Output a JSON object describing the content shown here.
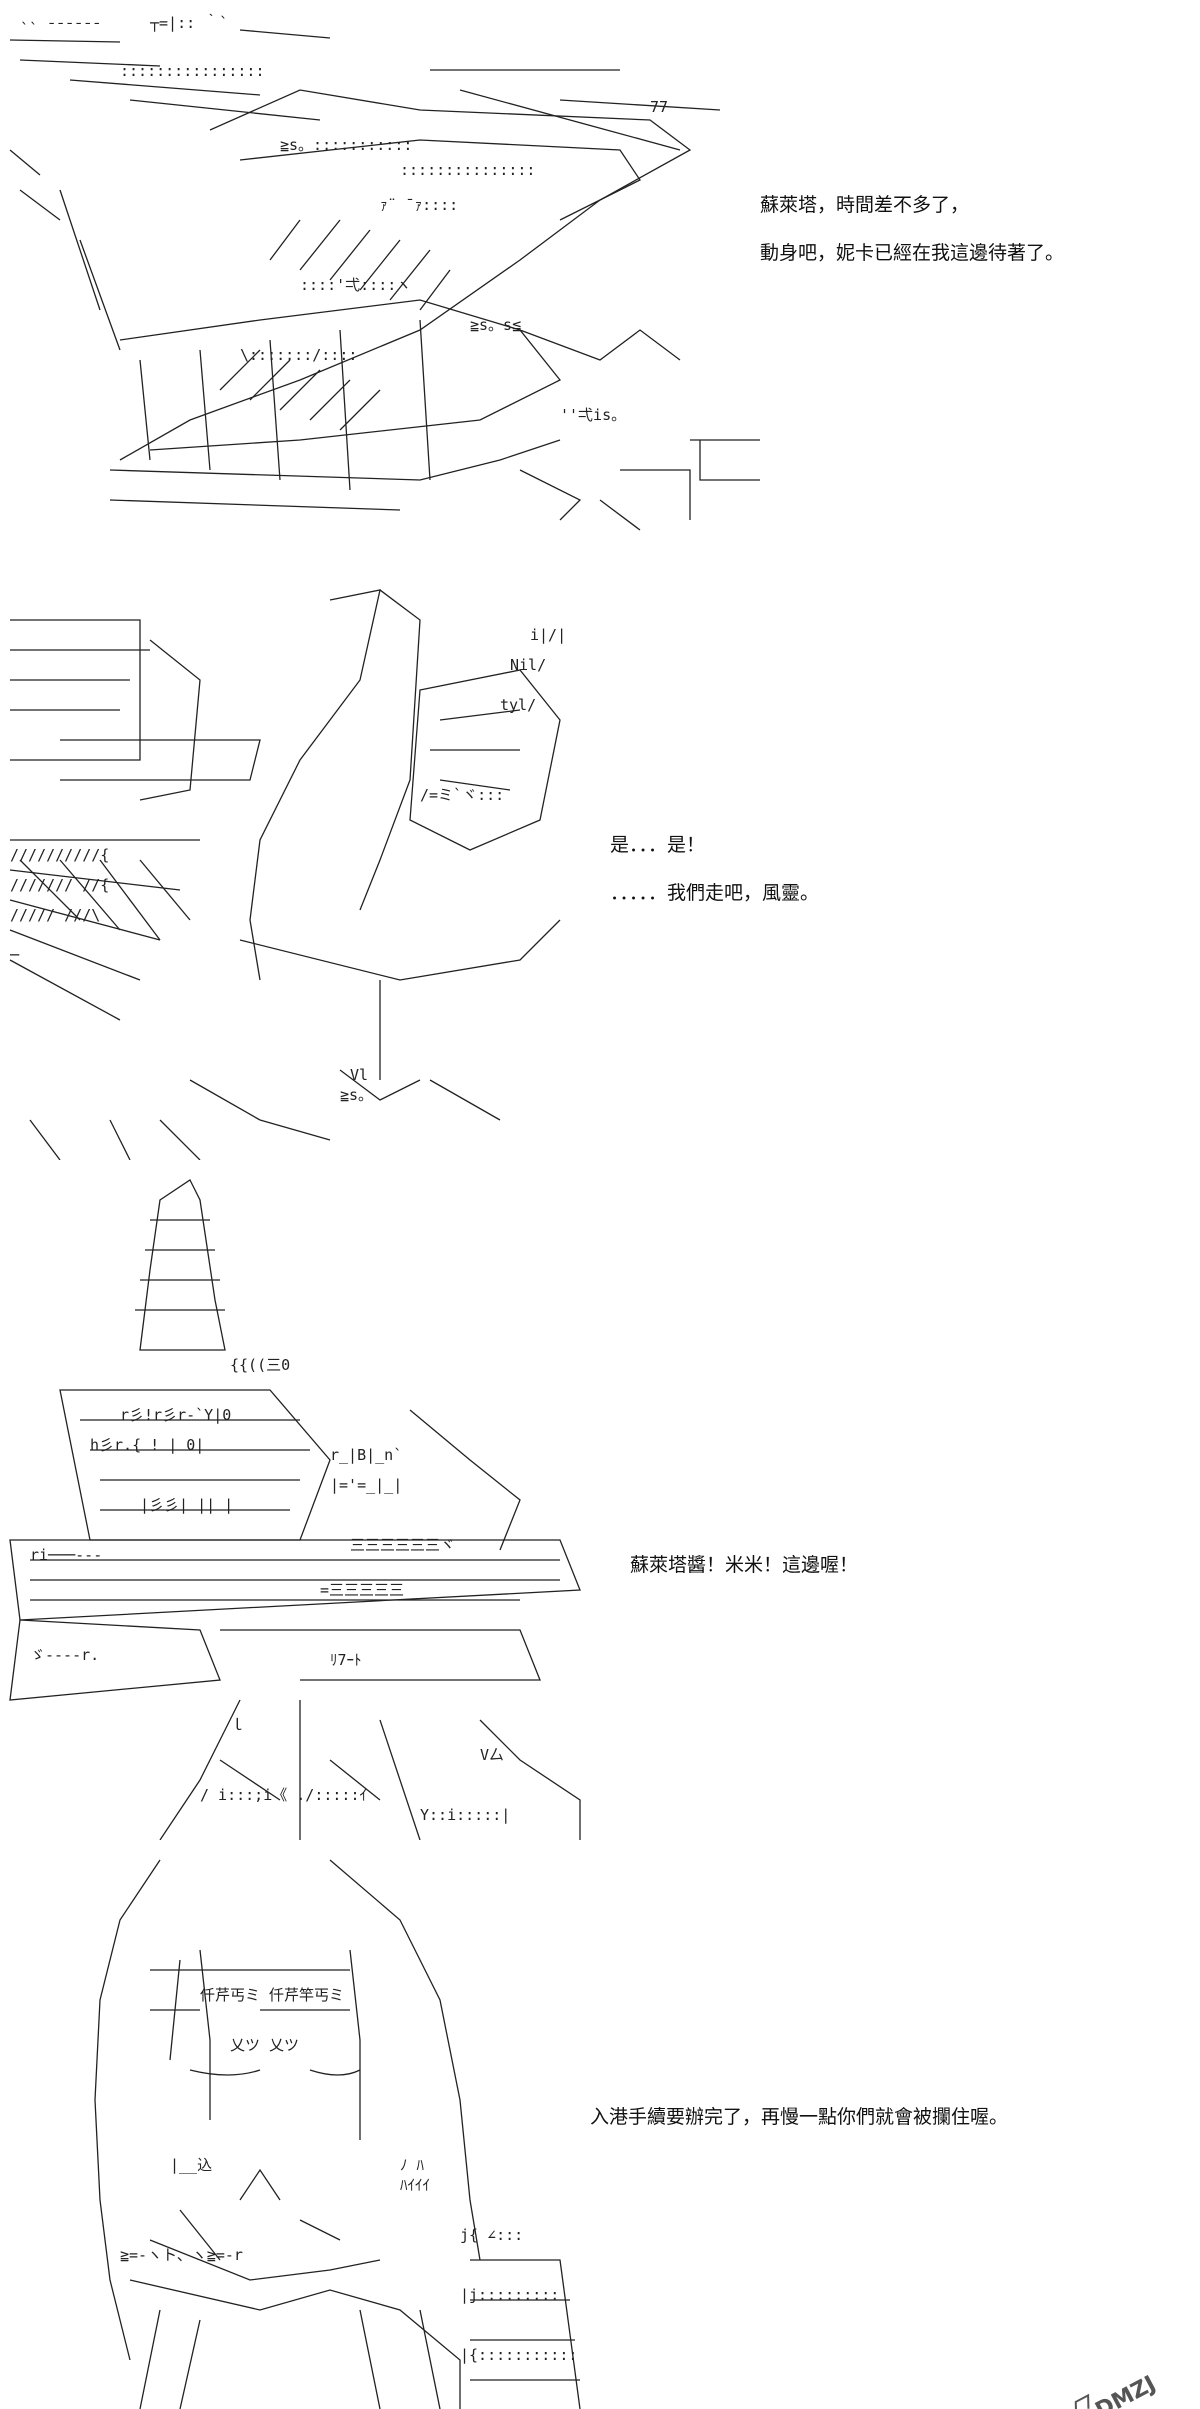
{
  "panels": [
    {
      "lines": [
        "蘇萊塔，時間差不多了，",
        "動身吧，妮卡已經在我這邊待著了。"
      ]
    },
    {
      "lines": [
        "是．．．是！",
        "．．．．．我們走吧，風靈。"
      ]
    },
    {
      "lines": [
        "蘇萊塔醬！米米！這邊喔！"
      ]
    },
    {
      "lines": [
        "入港手續要辦完了，再慢一點你們就會被攔住喔。"
      ]
    }
  ],
  "watermark": {
    "text": "DMZJ"
  },
  "colors": {
    "ink": "#222222",
    "background": "#ffffff"
  }
}
